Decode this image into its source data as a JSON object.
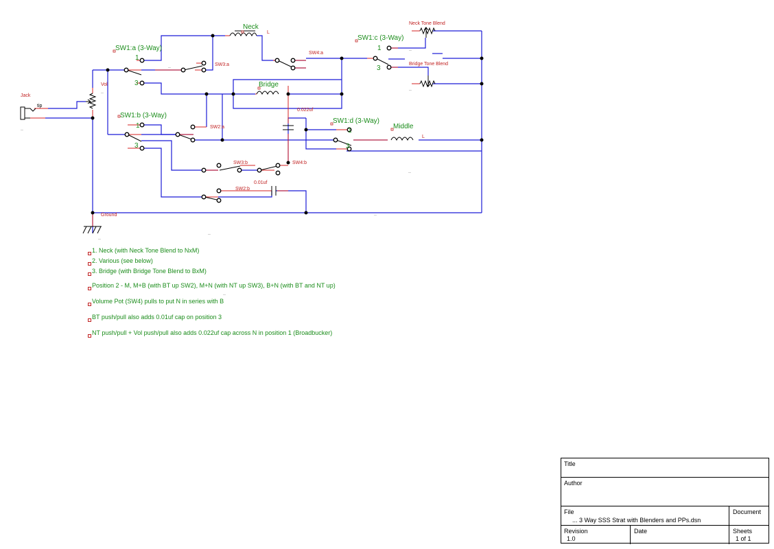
{
  "schematic": {
    "labels": {
      "jack": "Jack",
      "tip": "tip",
      "vol": "Vol",
      "ground": "Ground",
      "neck": "Neck",
      "bridge": "Bridge",
      "middle": "Middle",
      "sw1a": "SW1:a (3-Way)",
      "sw1b": "SW1:b (3-Way)",
      "sw1c": "SW1:c (3-Way)",
      "sw1d": "SW1:d (3-Way)",
      "sw2a": "SW2:a",
      "sw2b": "SW2:b",
      "sw3a": "SW3:a",
      "sw3b": "SW3:b",
      "sw4a": "SW4:a",
      "sw4b": "SW4:b",
      "neck_tone_blend": "Neck Tone Blend",
      "bridge_tone_blend": "Bridge Tone Blend",
      "cap_022": "0.022uf",
      "cap_01": "0.01uf",
      "pos1": "1",
      "pos3": "3",
      "coil_end": "L",
      "dots": ".."
    }
  },
  "notes": [
    "1. Neck (with Neck Tone Blend to NxM)",
    "2. Various (see below)",
    "3. Bridge (with Bridge Tone Blend to BxM)",
    "Position 2 - M, M+B (with BT up SW2), M+N (with NT up SW3), B+N (with BT and NT up)",
    "Volume Pot (SW4) pulls to put N in series with B",
    "BT push/pull also adds 0.01uf cap on position 3",
    "NT push/pull + Vol push/pull also adds 0.022uf cap across N in position 1 (Broadbucker)"
  ],
  "title_block": {
    "title_label": "Title",
    "title_value": "",
    "author_label": "Author",
    "author_value": "",
    "file_label": "File",
    "file_value": "... 3 Way SSS Strat with Blenders and PPs.dsn",
    "document_label": "Document",
    "revision_label": "Revision",
    "revision_value": "1.0",
    "date_label": "Date",
    "date_value": "",
    "sheets_label": "Sheets",
    "sheets_value": "1 of 1"
  }
}
